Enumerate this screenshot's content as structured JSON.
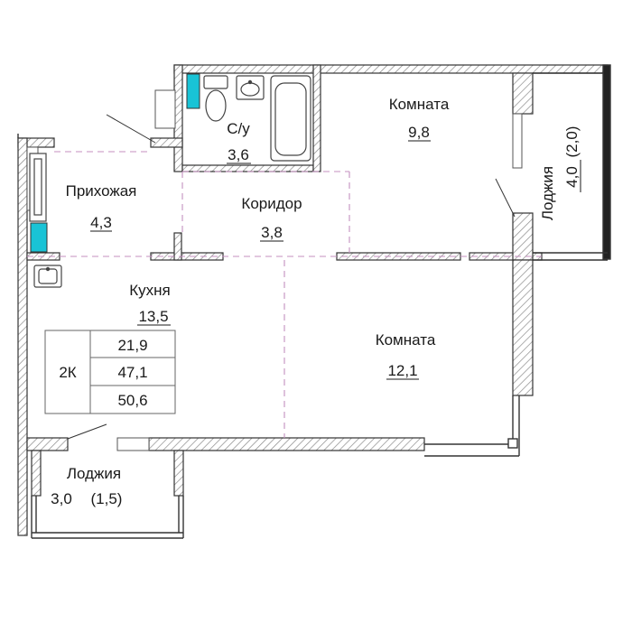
{
  "rooms": {
    "bathroom": {
      "name": "С/у",
      "area": "3,6"
    },
    "room_small": {
      "name": "Комната",
      "area": "9,8"
    },
    "hallway": {
      "name": "Прихожая",
      "area": "4,3"
    },
    "corridor": {
      "name": "Коридор",
      "area": "3,8"
    },
    "loggia_right": {
      "name": "Лоджия",
      "area": "4,0",
      "area_reduced": "(2,0)"
    },
    "kitchen": {
      "name": "Кухня",
      "area": "13,5"
    },
    "room_large": {
      "name": "Комната",
      "area": "12,1"
    },
    "loggia_left": {
      "name": "Лоджия",
      "area": "3,0",
      "area_reduced": "(1,5)"
    }
  },
  "summary": {
    "type": "2К",
    "living_area": "21,9",
    "total_area": "47,1",
    "total_with_loggia": "50,6"
  },
  "colors": {
    "wall": "#333333",
    "hatch": "#9a9a9a",
    "fixture_accent": "#19c3d6",
    "dashed": "#c48fbf"
  }
}
